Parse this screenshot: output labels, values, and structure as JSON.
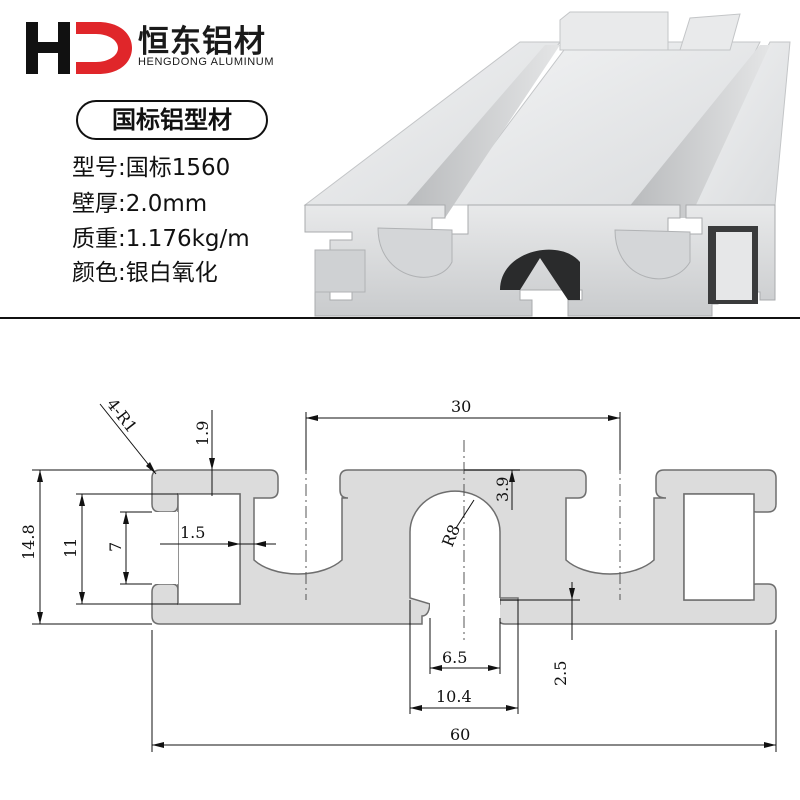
{
  "brand": {
    "logo_mark": "HD",
    "name_cn": "恒东铝材",
    "name_en": "HENGDONG ALUMINUM",
    "colors": {
      "logo_red": "#e0262a",
      "logo_black": "#111111"
    }
  },
  "product": {
    "title": "国标铝型材",
    "specs": [
      {
        "key": "型号:",
        "value": "国标1560"
      },
      {
        "key": "壁厚:",
        "value": "2.0mm"
      },
      {
        "key": "质重:",
        "value": "1.176kg/m"
      },
      {
        "key": "颜色:",
        "value": "银白氧化"
      }
    ]
  },
  "drawing": {
    "dimensions": {
      "width_total": "60",
      "slot_center_width": "30",
      "height_total": "14.8",
      "inner_height": "11",
      "slot_opening": "7",
      "radius_corners": "4-R1",
      "top_lip": "1.9",
      "web_thickness": "1.5",
      "slot_depth": "3.9",
      "center_radius": "R8",
      "center_opening": "6.5",
      "center_outer": "10.4",
      "bottom_thickness": "2.5"
    }
  }
}
